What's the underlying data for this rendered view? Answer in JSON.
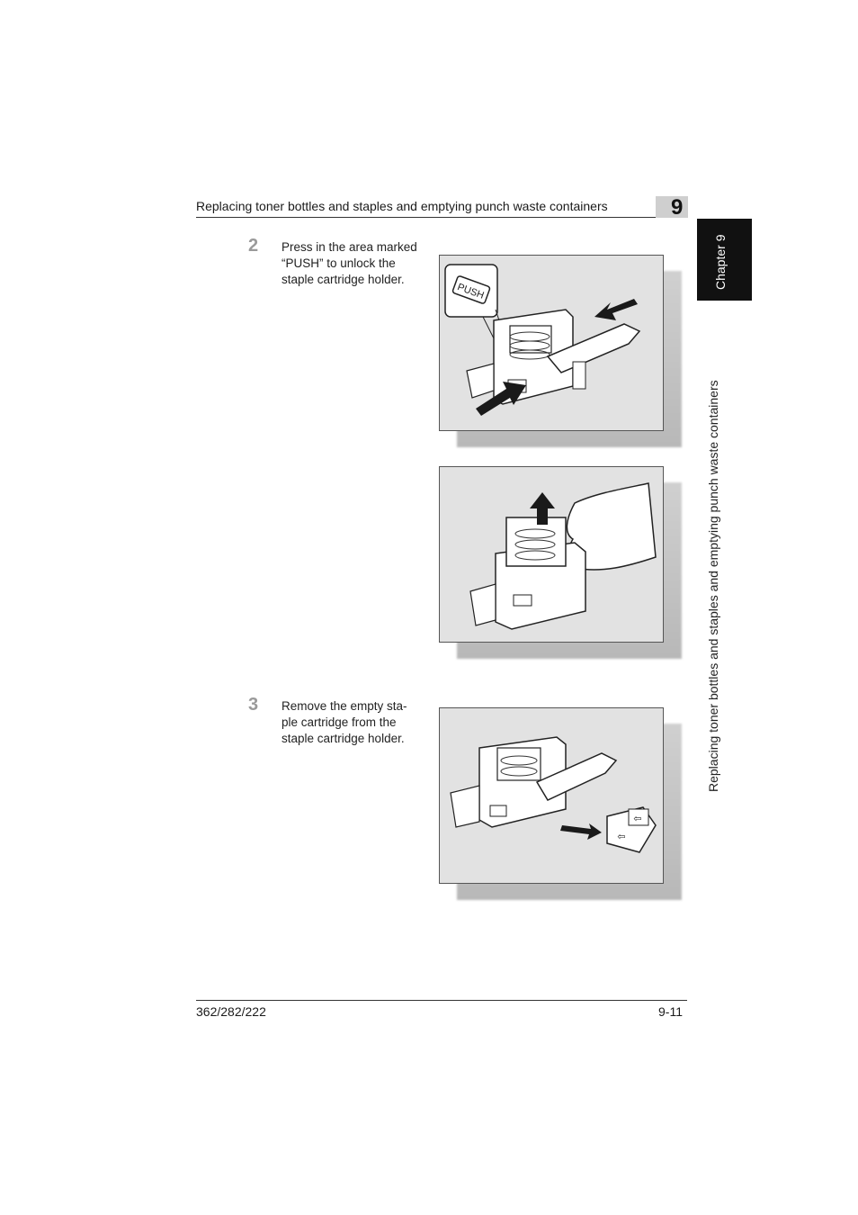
{
  "header": {
    "title": "Replacing toner bottles and staples and emptying punch waste containers",
    "chapter_number": "9"
  },
  "side_tab": {
    "chapter_label": "Chapter 9",
    "section_title": "Replacing toner bottles and staples and emptying punch waste containers"
  },
  "steps": [
    {
      "number": "2",
      "text": "Press in the area marked “PUSH” to unlock the staple cartridge holder."
    },
    {
      "number": "3",
      "text": "Remove the empty sta-ple cartridge from the staple cartridge holder."
    }
  ],
  "figures": [
    {
      "label": "PUSH"
    },
    {
      "label": ""
    },
    {
      "label": ""
    }
  ],
  "footer": {
    "model": "362/282/222",
    "page": "9-11"
  },
  "colors": {
    "figure_bg": "#e2e2e2",
    "tab_bg": "#111111",
    "step_number": "#9a9a9a"
  }
}
